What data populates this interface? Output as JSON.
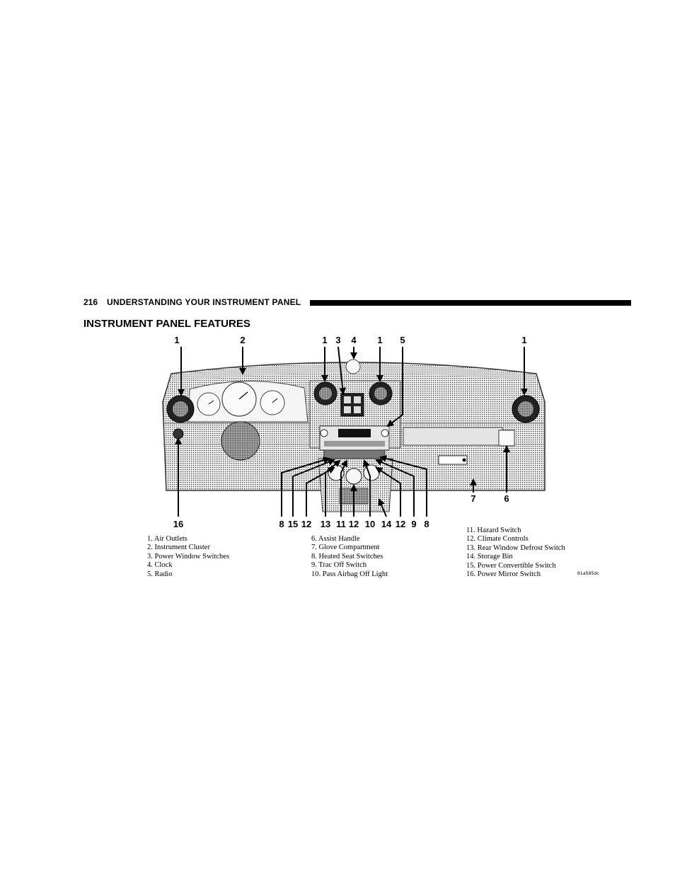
{
  "header": {
    "page_number": "216",
    "section_title": "UNDERSTANDING YOUR INSTRUMENT PANEL"
  },
  "page_heading": "INSTRUMENT PANEL FEATURES",
  "figure": {
    "callouts_top": [
      "1",
      "2",
      "1",
      "3",
      "4",
      "1",
      "5",
      "1"
    ],
    "callouts_bottom": [
      "16",
      "8",
      "15",
      "12",
      "13",
      "11",
      "12",
      "10",
      "14",
      "12",
      "9",
      "8",
      "7",
      "6"
    ],
    "figure_code": "81a585dc"
  },
  "legend": {
    "col1": [
      "1. Air Outlets",
      "2. Instrument Cluster",
      "3. Power Window Switches",
      "4. Clock",
      "5. Radio"
    ],
    "col2": [
      "6. Assist Handle",
      "7. Glove Compartment",
      "8. Heated Seat Switches",
      "9. Trac Off Switch",
      "10. Pass Airbag Off Light"
    ],
    "col3": [
      "11. Hazard Switch",
      "12. Climate Controls",
      "13. Rear Window Defrost Switch",
      "14. Storage Bin",
      "15. Power Convertible Switch",
      "16. Power Mirror Switch"
    ]
  }
}
